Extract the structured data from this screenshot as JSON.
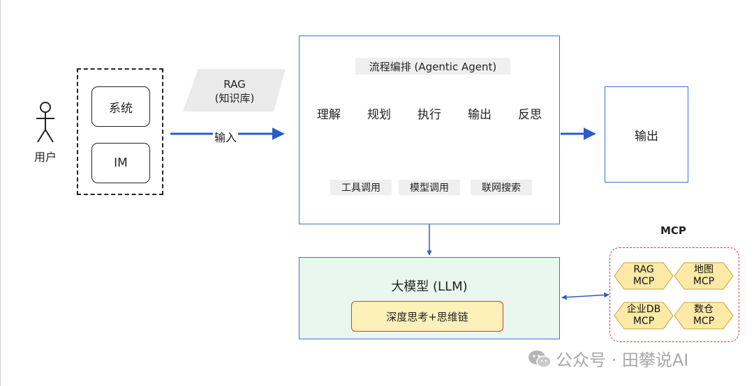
{
  "user": {
    "label": "用户"
  },
  "sources": {
    "items": [
      "系统",
      "IM"
    ]
  },
  "rag": {
    "line1": "RAG",
    "line2": "(知识库)"
  },
  "input_label": "输入",
  "agent": {
    "title": "流程编排 (Agentic Agent)",
    "steps": [
      "理解",
      "规划",
      "执行",
      "输出",
      "反思"
    ],
    "active_step": "执行",
    "tools": [
      "工具调用",
      "模型调用",
      "联网搜索"
    ]
  },
  "output": {
    "label": "输出"
  },
  "llm": {
    "title": "大模型 (LLM)",
    "inner": "深度思考+思维链"
  },
  "mcp": {
    "title": "MCP",
    "items": [
      {
        "line1": "RAG",
        "line2": "MCP"
      },
      {
        "line1": "地图",
        "line2": "MCP"
      },
      {
        "line1": "企业DB",
        "line2": "MCP"
      },
      {
        "line1": "数仓",
        "line2": "MCP"
      }
    ]
  },
  "watermark": "公众号 · 田攀说AI",
  "colors": {
    "arrow_blue": "#2a5cc9",
    "box_border": "#3e6fd8",
    "active_step": "#eac8f5",
    "llm_fill": "#e9f7ef",
    "think_fill": "#fdf0b8",
    "mcp_border": "#d33b3b",
    "mcp_fill": "#fde9a6",
    "mcp_stroke": "#c8a03a"
  },
  "icons": [
    "person-icon",
    "wechat-icon"
  ]
}
